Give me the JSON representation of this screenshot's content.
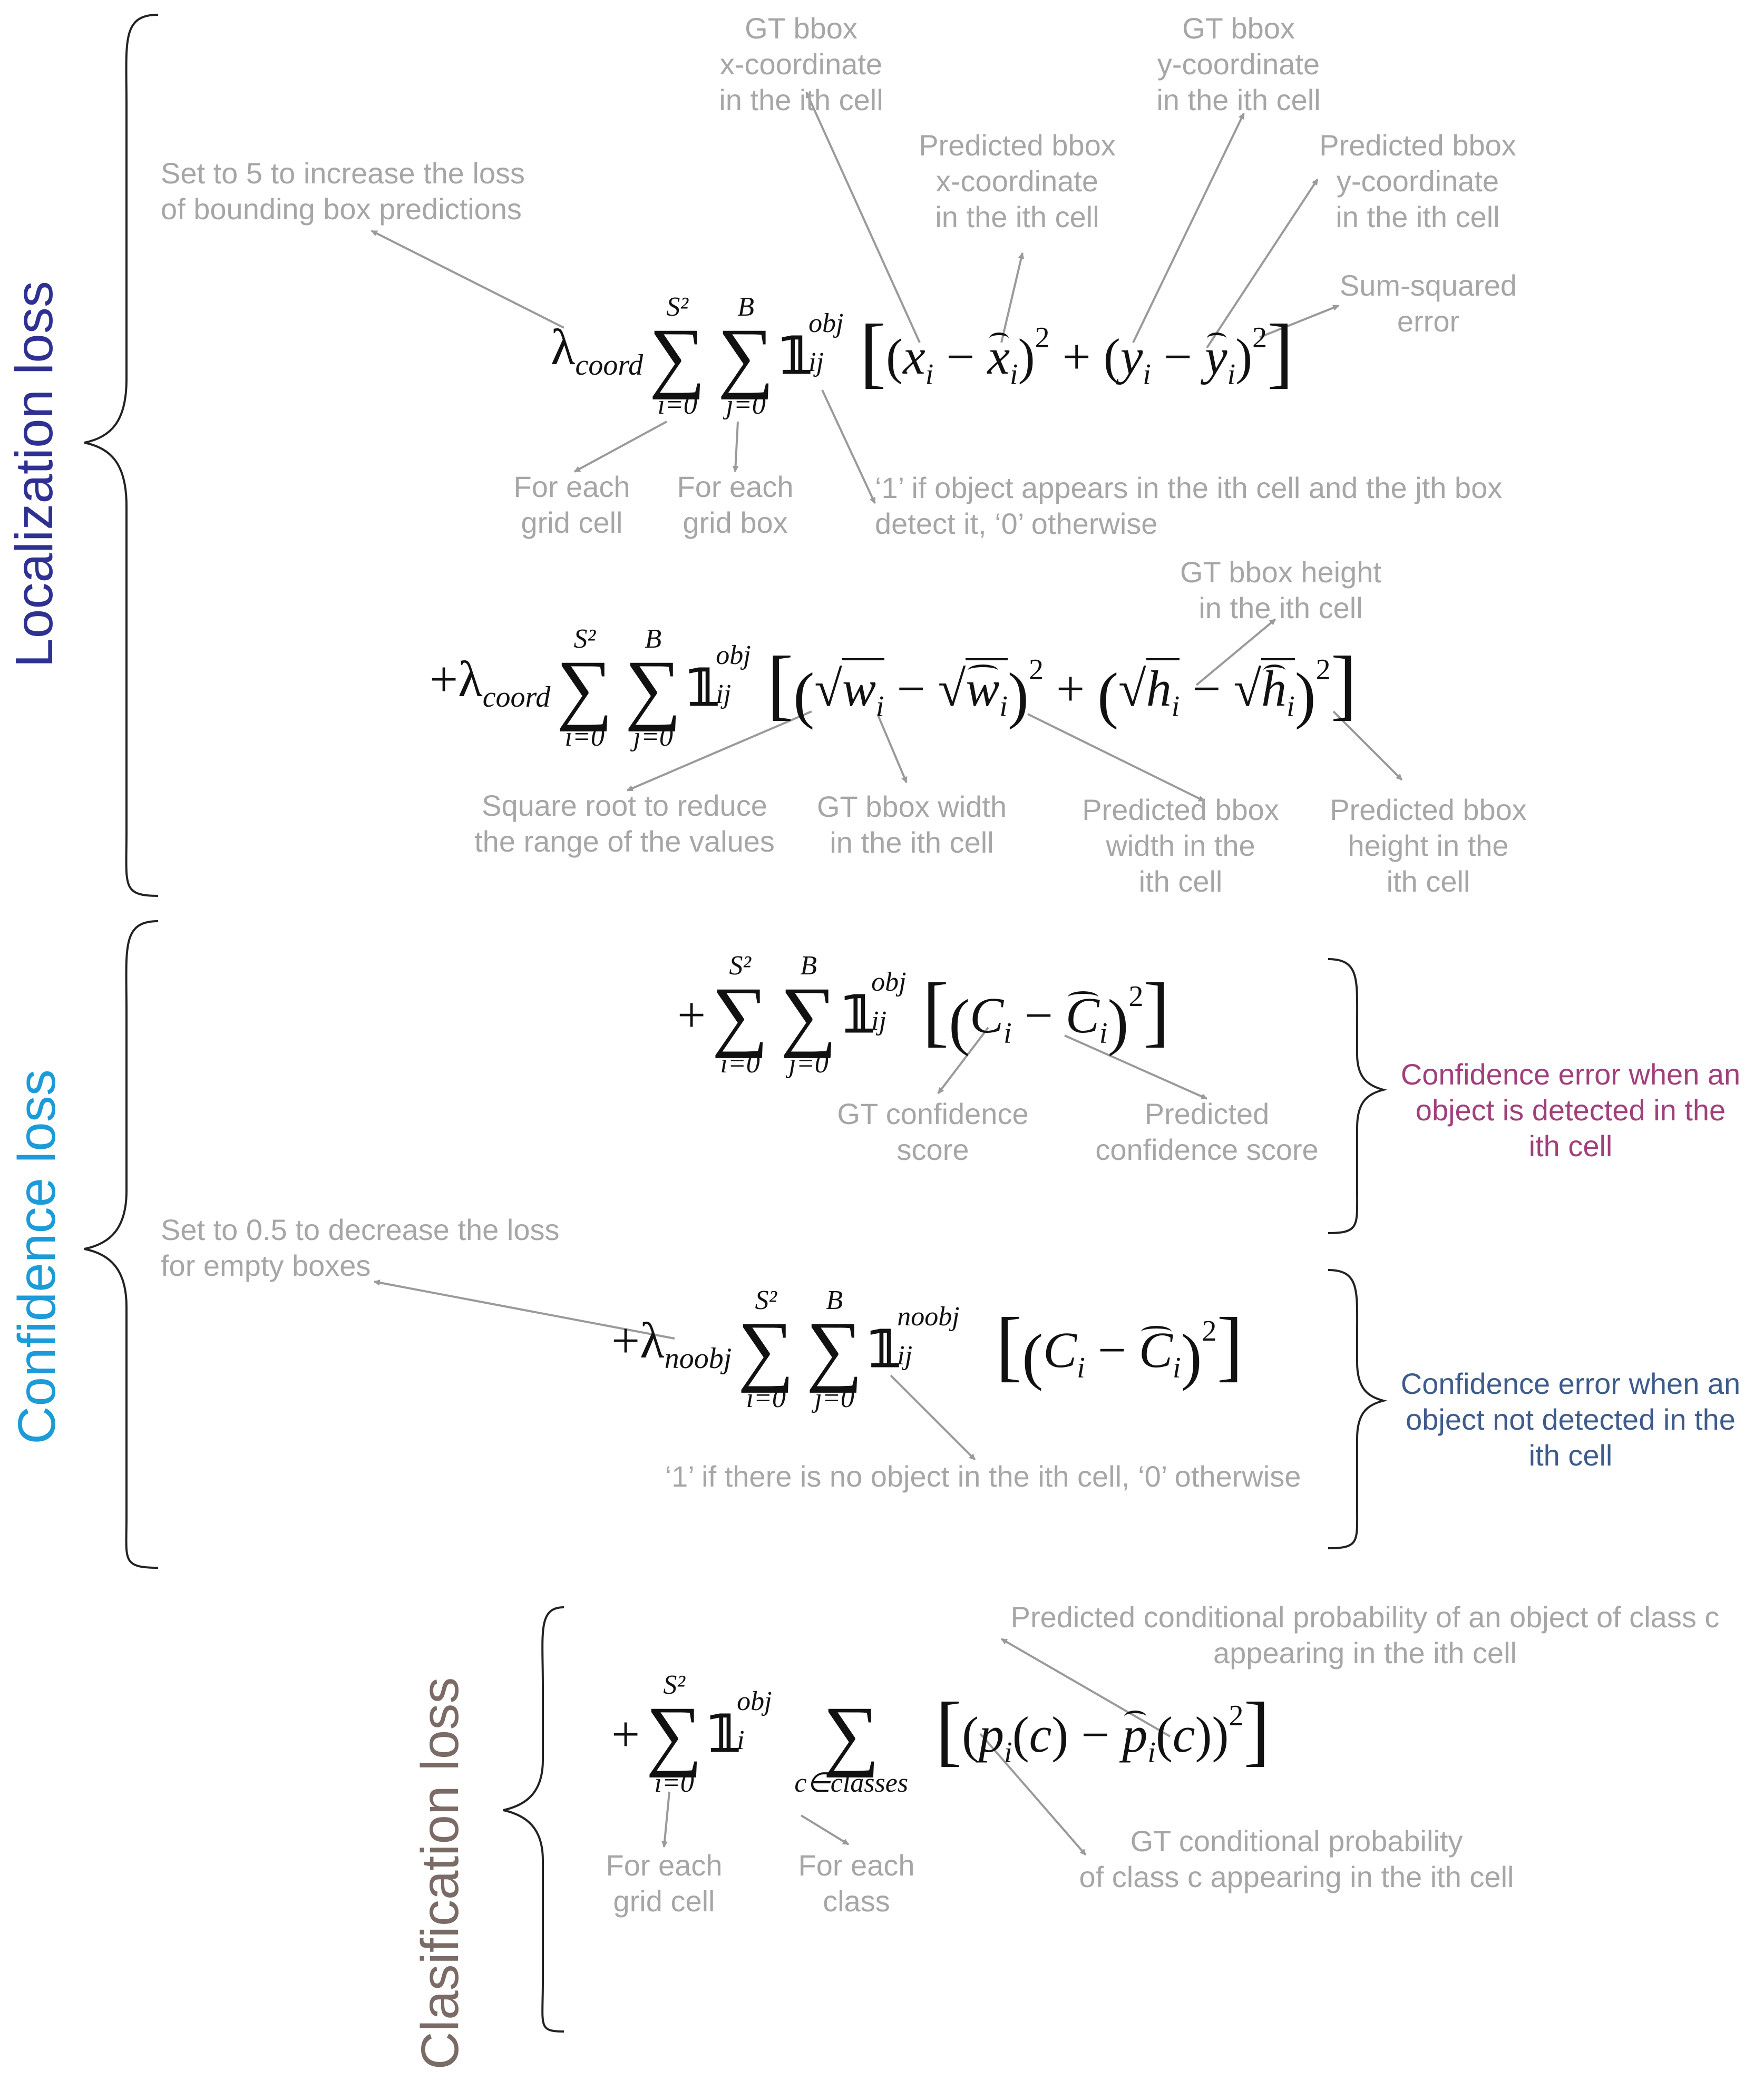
{
  "sections": {
    "localization": {
      "label": "Localization loss",
      "color": "#2e3192"
    },
    "confidence": {
      "label": "Confidence loss",
      "color": "#1b9bd7"
    },
    "classification": {
      "label": "Clasification loss",
      "color": "#7a6b66"
    }
  },
  "annotations": {
    "gt_x": "GT bbox\nx-coordinate\nin the ith cell",
    "gt_y": "GT bbox\ny-coordinate\nin the ith cell",
    "pred_x": "Predicted bbox\nx-coordinate\nin the ith cell",
    "pred_y": "Predicted bbox\ny-coordinate\nin the ith cell",
    "lambda_coord": "Set to 5 to increase the loss\nof bounding box predictions",
    "sum_squared": "Sum-squared\nerror",
    "each_grid_cell_1": "For each\ngrid cell",
    "each_grid_box": "For each\ngrid box",
    "indicator_obj": "‘1’ if object appears in the ith cell and the jth box\ndetect it, ‘0’ otherwise",
    "gt_height": "GT bbox height\nin the ith cell",
    "sqrt_note": "Square root to reduce\nthe range of the values",
    "gt_width": "GT bbox width\nin the ith cell",
    "pred_width": "Predicted bbox\nwidth in the\nith cell",
    "pred_height": "Predicted bbox\nheight in the\nith cell",
    "gt_conf": "GT confidence\nscore",
    "pred_conf": "Predicted\nconfidence score",
    "lambda_noobj": "Set to 0.5 to decrease the loss\nfor empty boxes",
    "indicator_noobj": "‘1’ if there is no object in the ith cell, ‘0’ otherwise",
    "pred_prob": "Predicted conditional probability of an object of class c\nappearing in the ith cell",
    "each_grid_cell_2": "For each\ngrid cell",
    "each_class": "For each\nclass",
    "gt_prob": "GT conditional probability\nof class c appearing in the ith cell"
  },
  "side_notes": {
    "conf_obj": {
      "text": "Confidence error when an\nobject is detected in the\nith cell",
      "color": "#a0407a"
    },
    "conf_noobj": {
      "text": "Confidence error when an\nobject not detected in the\nith cell",
      "color": "#3e5b8c"
    }
  },
  "colors": {
    "arrow": "#9a9a9a",
    "brace": "#222222",
    "annotation": "#a6a6a6"
  }
}
